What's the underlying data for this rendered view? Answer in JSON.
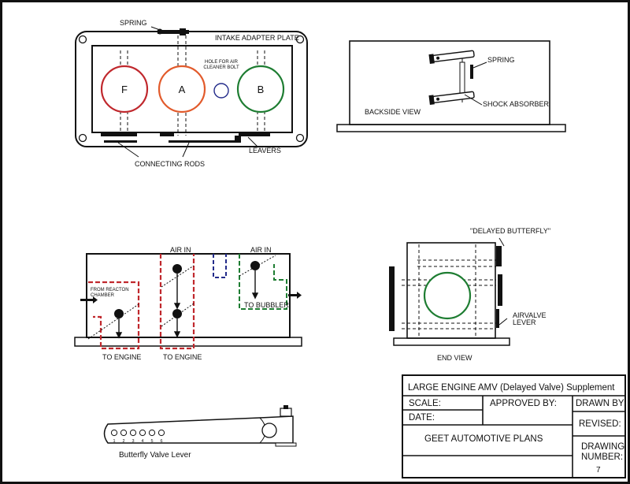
{
  "intake_view": {
    "spring_label": "SPRING",
    "plate_label": "INTAKE ADAPTER PLATE",
    "hole_label_line1": "HOLE FOR AIR",
    "hole_label_line2": "CLEANER BOLT",
    "valves": [
      {
        "letter": "F",
        "color": "#c0282d"
      },
      {
        "letter": "A",
        "color": "#e25b2c"
      },
      {
        "letter": "B",
        "color": "#1e7d32"
      }
    ],
    "hole_color": "#232b8a",
    "rods_label": "CONNECTING RODS",
    "levers_label": "LEAVERS"
  },
  "backside_view": {
    "title": "BACKSIDE VIEW",
    "spring_label": "SPRING",
    "shock_label": "SHOCK ABSORBER"
  },
  "section_view": {
    "air_in_1": "AIR IN",
    "air_in_2": "AIR IN",
    "from_reaction_line1": "FROM REACTON",
    "from_reaction_line2": "CHAMBER",
    "to_bubbler": "TO BUBBLER",
    "to_engine_1": "TO ENGINE",
    "to_engine_2": "TO ENGINE",
    "red_color": "#c0282d",
    "green_color": "#1e7d32",
    "blue_color": "#232b8a"
  },
  "end_view": {
    "title": "END VIEW",
    "delayed_label": "\"DELAYED BUTTERFLY\"",
    "airvalve_line1": "AIRVALVE",
    "airvalve_line2": "LEVER",
    "circle_color": "#1e7d32"
  },
  "lever_view": {
    "caption": "Butterfly Valve Lever",
    "holes": [
      "1",
      "2",
      "3",
      "4",
      "5",
      "6"
    ]
  },
  "title_block": {
    "title": "LARGE ENGINE AMV (Delayed Valve) Supplement",
    "scale_label": "SCALE:",
    "date_label": "DATE:",
    "approved_label": "APPROVED BY:",
    "drawn_label": "DRAWN BY:",
    "revised_label": "REVISED:",
    "company": "GEET AUTOMOTIVE PLANS",
    "drawing_number_line1": "DRAWING",
    "drawing_number_line2": "NUMBER:",
    "drawing_number": "7"
  }
}
